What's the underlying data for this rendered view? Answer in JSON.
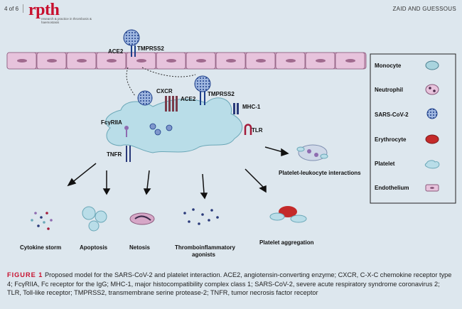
{
  "header": {
    "page": "4 of 6",
    "logo": "rpth",
    "logo_sub": "research & practice in thrombosis & haemostasis",
    "authors": "ZAID AND GUESSOUS"
  },
  "figure": {
    "receptors": {
      "ace2_top": "ACE2",
      "tmprss2_top": "TMPRSS2",
      "cxcr": "CXCR",
      "ace2": "ACE2",
      "tmprss2": "TMPRSS2",
      "mhc1": "MHC-1",
      "fcgr": "FcγRIIA",
      "tlr": "TLR",
      "tnfr": "TNFR"
    },
    "outcomes": {
      "cytokine": "Cytokine storm",
      "apoptosis": "Apoptosis",
      "netosis": "Netosis",
      "thrombo1": "Thromboinflammatory",
      "thrombo2": "agonists",
      "aggregation": "Platelet aggregation",
      "interactions": "Platelet-leukocyte interactions"
    },
    "legend": [
      {
        "label": "Monocyte",
        "icon": "monocyte-icon"
      },
      {
        "label": "Neutrophil",
        "icon": "neutrophil-icon"
      },
      {
        "label": "SARS-CoV-2",
        "icon": "virus-icon"
      },
      {
        "label": "Erythrocyte",
        "icon": "erythrocyte-icon"
      },
      {
        "label": "Platelet",
        "icon": "platelet-icon"
      },
      {
        "label": "Endothelium",
        "icon": "endothelium-icon"
      }
    ]
  },
  "caption": {
    "label": "FIGURE 1",
    "text": "Proposed model for the SARS-CoV-2 and platelet interaction. ACE2, angiotensin-converting enzyme; CXCR, C-X-C chemokine receptor type 4; FcγRIIA, Fc receptor for the IgG; MHC-1, major histocompatibility complex class 1; SARS-CoV-2, severe acute respiratory syndrome coronavirus 2; TLR, Toll-like receptor; TMPRSS2, transmembrane serine protease-2; TNFR, tumor necrosis factor receptor"
  }
}
